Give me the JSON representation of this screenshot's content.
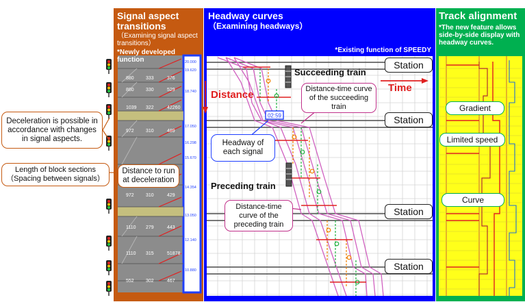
{
  "panels": {
    "signal": {
      "title": "Signal aspect transitions",
      "subtitle": "（Examining signal aspect transitions）",
      "note": "*Newly developed function",
      "color": "#c55a11"
    },
    "headway": {
      "title": "Headway curves",
      "subtitle": "（Examining headways）",
      "note": "*Existing function of SPEEDY",
      "color": "#0000ff"
    },
    "track": {
      "title": "Track alignment",
      "note": "*The new feature allows side-by-side display with headway curves.",
      "color": "#00b050"
    }
  },
  "callouts": {
    "deceleration": "Deceleration is possible in accordance with changes in signal aspects.",
    "block_length": "Length of block sections（Spacing between signals）",
    "decel_distance": "Distance to run at deceleration",
    "headway_each": "Headway of each signal",
    "succeeding_curve": "Distance-time curve of the succeeding train",
    "preceding_curve": "Distance-time curve of the preceding train",
    "gradient": "Gradient",
    "limited_speed": "Limited speed",
    "curve": "Curve"
  },
  "labels": {
    "succeeding_train": "Succeeding train",
    "preceding_train": "Preceding train",
    "distance": "Distance",
    "time": "Time",
    "headway_value": "02:59"
  },
  "stations": [
    "Station",
    "Station",
    "Station",
    "Station"
  ],
  "signal_rows": [
    {
      "d": "880",
      "a": "333",
      "b": "376"
    },
    {
      "d": "880",
      "a": "330",
      "b": "529"
    },
    {
      "d": "1039",
      "a": "322",
      "b": "42260"
    },
    {
      "d": "972",
      "a": "310",
      "b": "489"
    },
    {
      "d": "972",
      "a": "310",
      "b": "429"
    },
    {
      "d": "1110",
      "a": "279",
      "b": "443"
    },
    {
      "d": "1110",
      "a": "315",
      "b": "51878"
    },
    {
      "d": "552",
      "a": "302",
      "b": "467"
    }
  ],
  "km_marks": [
    "10.880",
    "12.140",
    "13.050",
    "14.354",
    "15.670",
    "16.298",
    "17.050",
    "18.740",
    "19.620",
    "20.000"
  ]
}
